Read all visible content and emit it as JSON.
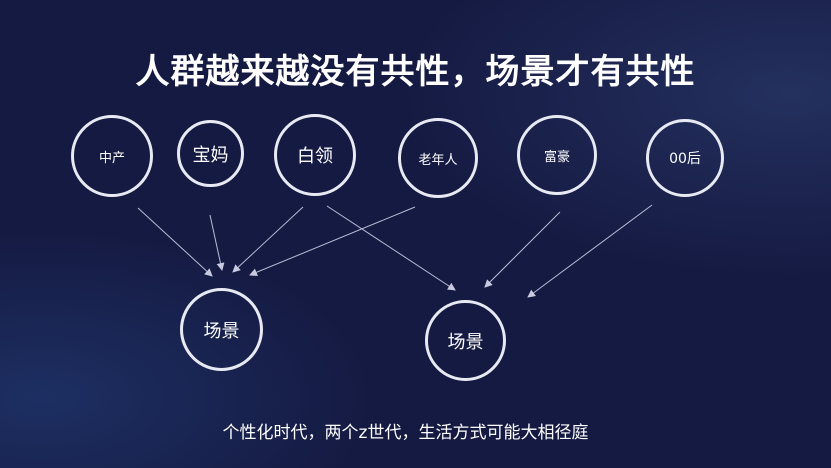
{
  "title": "人群越来越没有共性，场景才有共性",
  "groups": [
    "中产",
    "宝妈",
    "白领",
    "老年人",
    "富豪",
    "00后"
  ],
  "scenes": [
    "场景",
    "场景"
  ],
  "caption": "个性化时代，两个z世代，生活方式可能大相径庭",
  "colors": {
    "background": "#151a42",
    "stroke": "#e8eaf3"
  }
}
